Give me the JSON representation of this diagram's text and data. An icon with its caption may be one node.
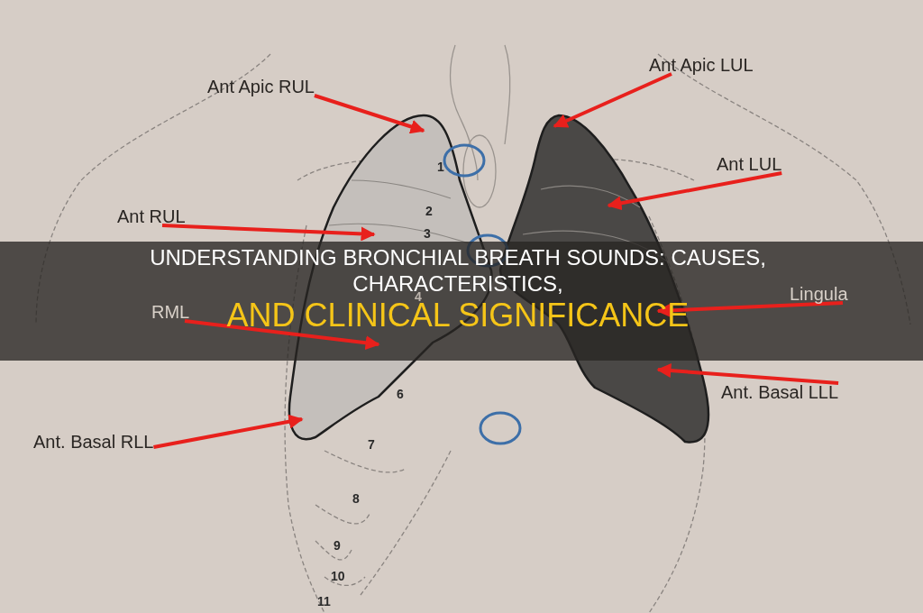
{
  "diagram": {
    "title": "UNDERSTANDING BRONCHIAL BREATH SOUNDS: CAUSES, CHARACTERISTICS, **AND CLINICAL SIGNIFICANCE**",
    "nodes": [
      {
        "text": [
          "Ant Apic LUL"
        ]
      },
      {
        "text": [
          "Ant Apic RUL"
        ]
      },
      {
        "text": [
          "Ant LUL"
        ]
      },
      {
        "text": [
          "Ant RUL"
        ]
      },
      {
        "text": [
          "Lingula"
        ]
      },
      {
        "text": [
          "RML"
        ]
      },
      {
        "text": [
          "Ant. Basal LLL"
        ]
      },
      {
        "text": [
          "Ant. Basal RLL"
        ]
      }
    ],
    "edges": [
      {
        "from": 0,
        "to": null,
        "arrow": "to"
      },
      {
        "from": 1,
        "to": null,
        "arrow": "to"
      },
      {
        "from": 2,
        "to": null,
        "arrow": "to"
      },
      {
        "from": 3,
        "to": null,
        "arrow": "to"
      },
      {
        "from": 4,
        "to": null,
        "arrow": "to"
      },
      {
        "from": 5,
        "to": null,
        "arrow": "to"
      },
      {
        "from": 6,
        "to": null,
        "arrow": "to"
      },
      {
        "from": 7,
        "to": null,
        "arrow": "to"
      }
    ],
    "labels": [
      "1",
      "2",
      "3",
      "4",
      "6",
      "7",
      "8",
      "9",
      "10",
      "11"
    ]
  }
}
